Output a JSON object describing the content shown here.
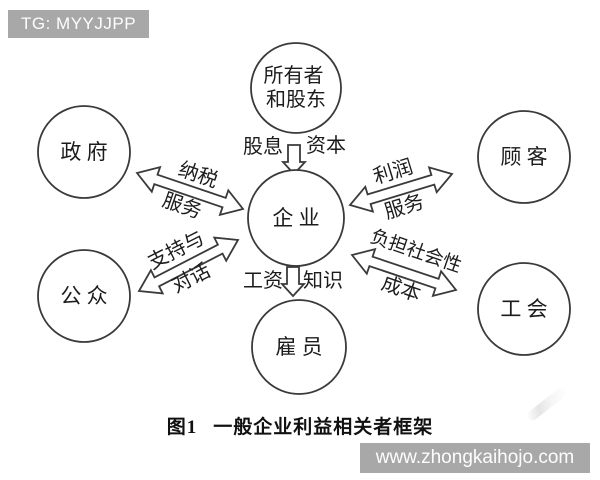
{
  "overlays": {
    "top_watermark": "TG: MYYJJPP",
    "bottom_watermark": "www.zhongkaihojo.com"
  },
  "caption": {
    "figure_label": "图1",
    "figure_title": "一般企业利益相关者框架"
  },
  "diagram": {
    "center_node": {
      "label": "企 业"
    },
    "nodes": {
      "owners": {
        "line1": "所有者",
        "line2": "和股东"
      },
      "government": {
        "label": "政 府"
      },
      "public": {
        "label": "公 众"
      },
      "customers": {
        "label": "顾 客"
      },
      "union": {
        "label": "工 会"
      },
      "employees": {
        "label": "雇 员"
      }
    },
    "flows": {
      "owners_to_enterprise": {
        "left_label": "股息",
        "right_label": "资本"
      },
      "enterprise_to_employees": {
        "left_label": "工资",
        "right_label": "知识"
      },
      "government_enterprise": {
        "upper_label": "纳税",
        "lower_label": "服务"
      },
      "public_enterprise": {
        "upper_label": "支持与",
        "lower_label": "对话"
      },
      "enterprise_customers": {
        "upper_label": "利润",
        "lower_label": "服务"
      },
      "enterprise_union": {
        "upper_label": "负担社会性",
        "lower_label": "成本"
      }
    },
    "colors": {
      "line": "#3a3a3a",
      "text": "#1c1c1c",
      "watermark_bg": "#a8a8a8",
      "watermark_text": "#fdfdfd"
    }
  }
}
